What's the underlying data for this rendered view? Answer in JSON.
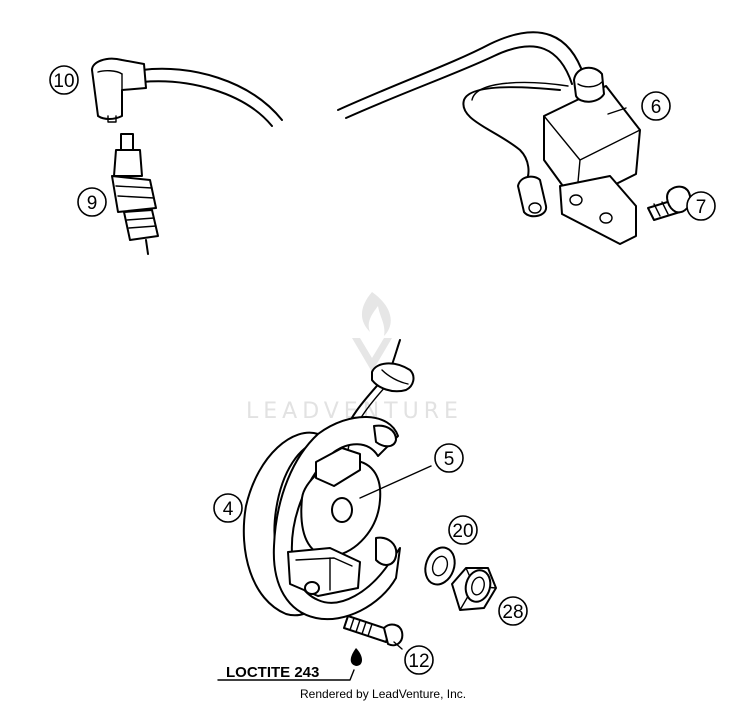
{
  "callouts": {
    "c10": "10",
    "c9": "9",
    "c6": "6",
    "c7": "7",
    "c4": "4",
    "c5": "5",
    "c20": "20",
    "c28": "28",
    "c12": "12"
  },
  "loctite_label": "LOCTITE 243",
  "watermark_text": "LEADVENTURE",
  "credit_text": "Rendered by LeadVenture, Inc.",
  "colors": {
    "line": "#000000",
    "watermark": "#e2e2e2",
    "background": "#ffffff"
  }
}
